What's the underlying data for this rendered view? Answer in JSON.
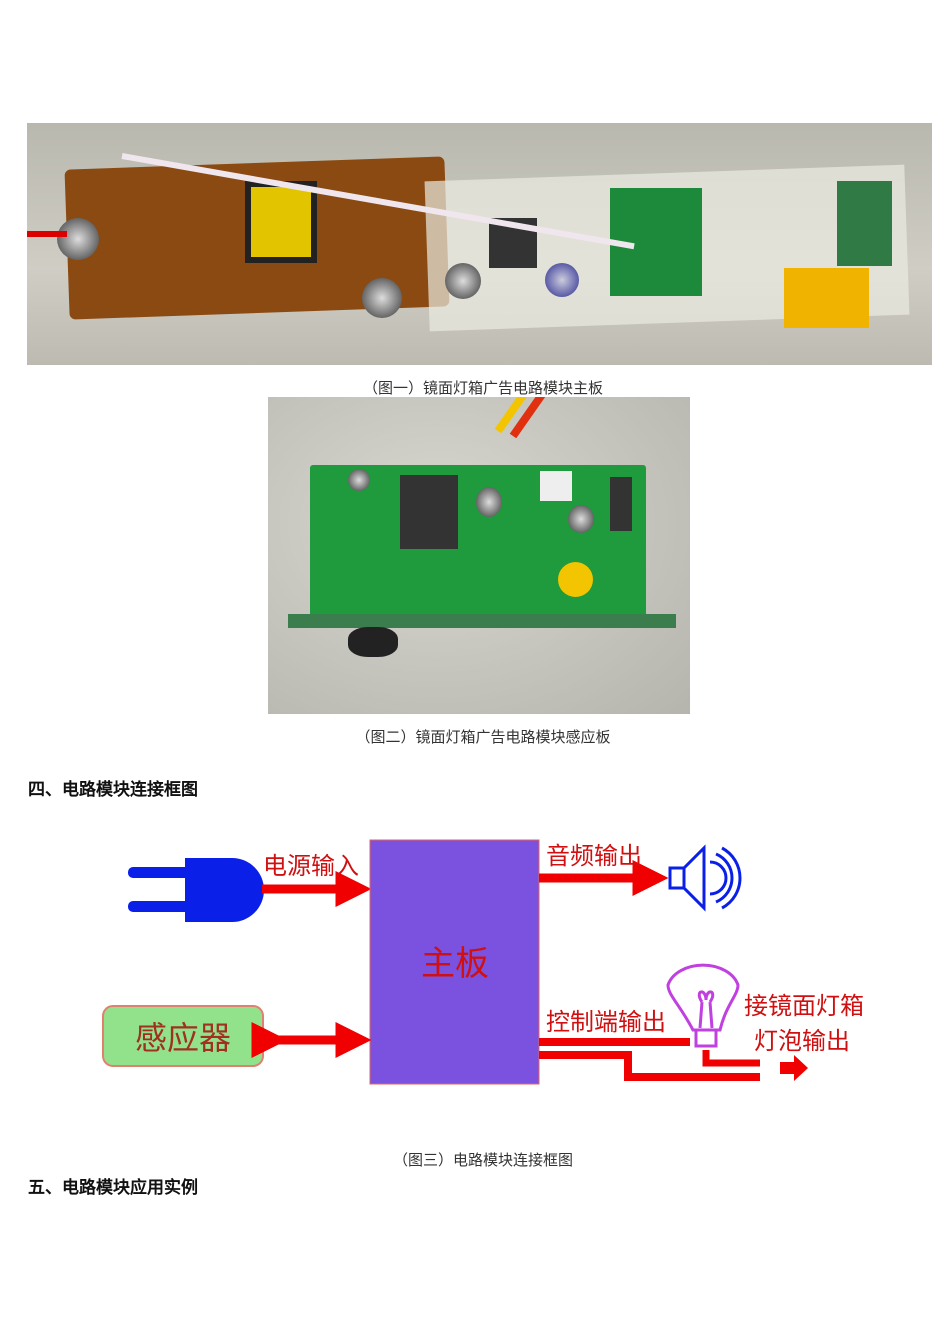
{
  "figures": [
    {
      "caption": "（图一）镜面灯箱广告电路模块主板",
      "subject": "main-board-photo"
    },
    {
      "caption": "（图二）镜面灯箱广告电路模块感应板",
      "subject": "sensor-board-photo"
    },
    {
      "caption": "（图三）电路模块连接框图",
      "subject": "connection-diagram"
    }
  ],
  "headings": {
    "section4": "四、电路模块连接框图",
    "section5": "五、电路模块应用实例"
  },
  "diagram": {
    "power_input": "电源输入",
    "main_board": "主板",
    "audio_output": "音频输出",
    "sensor": "感应器",
    "control_output": "控制端输出",
    "lamp_line1": "接镜面灯箱",
    "lamp_line2": "灯泡输出",
    "colors": {
      "arrow": "#f00000",
      "main_box": "#7b52e0",
      "plug": "#0a20e8",
      "sensor_box": "#92e28c",
      "bulb": "#c040e0",
      "text": "#d01010"
    }
  }
}
